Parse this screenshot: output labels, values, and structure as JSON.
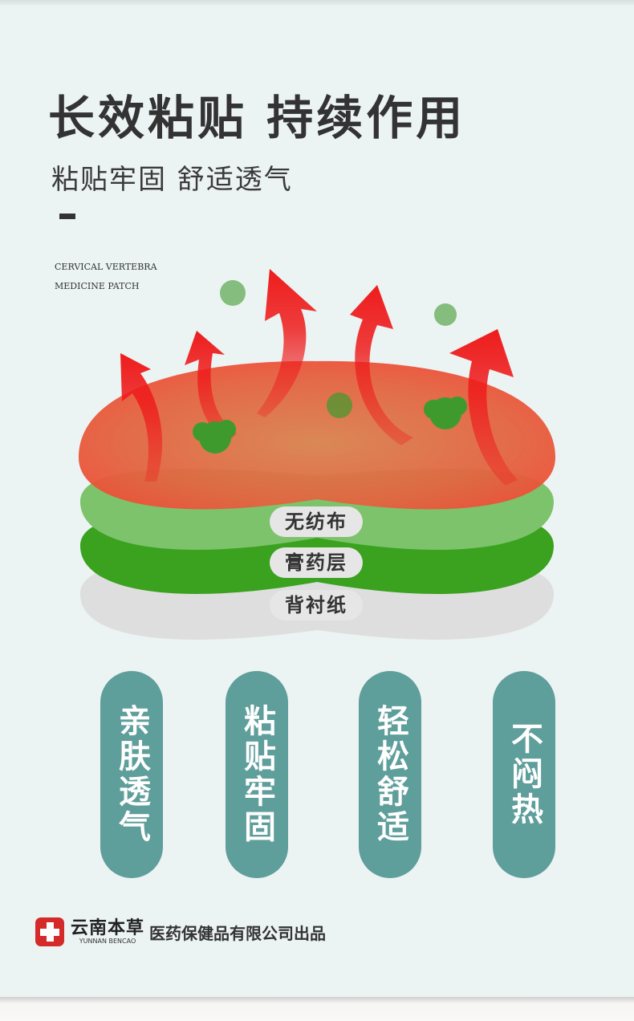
{
  "header": {
    "title": "长效粘贴 持续作用",
    "subtitle": "粘贴牢固 舒适透气",
    "english_line1": "CERVICAL VERTEBRA",
    "english_line2": "MEDICINE PATCH"
  },
  "diagram": {
    "layers": [
      {
        "label": "无纺布",
        "color": "#7cc36b"
      },
      {
        "label": "膏药层",
        "color": "#3aa21f"
      },
      {
        "label": "背衬纸",
        "color": "#dcdcdc"
      }
    ],
    "heat_color": "#e8412f",
    "arrow_color": "#ee1c1c",
    "icons": [
      "heat-arrow-icon",
      "herb-leaf-icon"
    ]
  },
  "features": [
    {
      "label": "亲肤透气"
    },
    {
      "label": "粘贴牢固"
    },
    {
      "label": "轻松舒适"
    },
    {
      "label": "不闷热"
    }
  ],
  "footer": {
    "brand_cn": "云南本草",
    "brand_en": "YUNNAN BENCAO",
    "company": "医药保健品有限公司出品",
    "logo_color": "#d42a2a"
  },
  "colors": {
    "background": "#ecf3f3",
    "feature_pill": "#5e9e9b",
    "title_text": "#333333"
  }
}
